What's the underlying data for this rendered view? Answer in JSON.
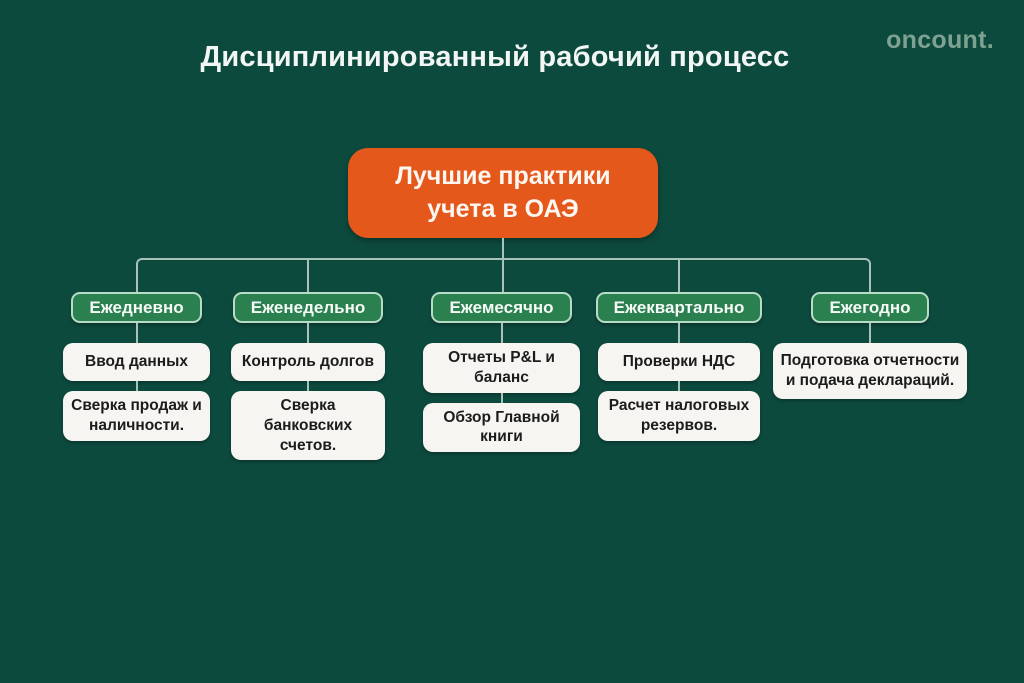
{
  "header": {
    "title": "Дисциплинированный рабочий процесс",
    "logo": "oncount."
  },
  "root": {
    "line1": "Лучшие практики",
    "line2": "учета в ОАЭ"
  },
  "columns": [
    {
      "header": "Ежедневно",
      "cards": [
        "Ввод данных",
        "Сверка продаж и наличности."
      ]
    },
    {
      "header": "Еженедельно",
      "cards": [
        "Контроль долгов",
        "Сверка банковских счетов."
      ]
    },
    {
      "header": "Ежемесячно",
      "cards": [
        "Отчеты P&L и баланс",
        "Обзор Главной книги"
      ]
    },
    {
      "header": "Ежеквартально",
      "cards": [
        "Проверки НДС",
        "Расчет налоговых резервов."
      ]
    },
    {
      "header": "Ежегодно",
      "cards": [
        "Подготовка отчетности и подача деклараций."
      ]
    }
  ],
  "colors": {
    "background": "#0d4a3e",
    "accent_orange": "#e5581c",
    "branch_green": "#2b804f",
    "branch_green_border": "#b9dcc6",
    "card_background": "#f6f5f1",
    "connector_line": "#a9c3ba",
    "logo_text": "#7fa192",
    "title_text": "#f2f6f4"
  }
}
